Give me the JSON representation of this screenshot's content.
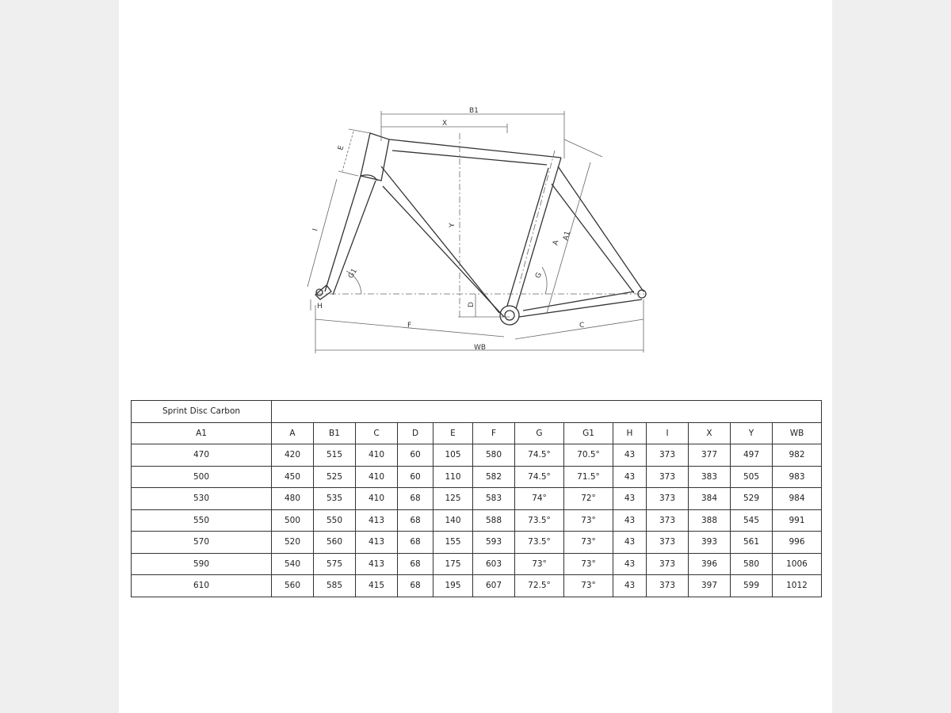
{
  "diagram": {
    "labels": {
      "b1": "B1",
      "x": "X",
      "e": "E",
      "i": "I",
      "g1": "G1",
      "h": "H",
      "y": "Y",
      "a": "A",
      "a1": "A1",
      "g": "G",
      "d": "D",
      "f": "F",
      "c": "C",
      "wb": "WB"
    },
    "colors": {
      "line": "#555555",
      "dim": "#666666",
      "frame": "#333333"
    }
  },
  "table": {
    "title": "Sprint Disc Carbon",
    "headers": [
      "A1",
      "A",
      "B1",
      "C",
      "D",
      "E",
      "F",
      "G",
      "G1",
      "H",
      "I",
      "X",
      "Y",
      "WB"
    ],
    "rows": [
      [
        "470",
        "420",
        "515",
        "410",
        "60",
        "105",
        "580",
        "74.5°",
        "70.5°",
        "43",
        "373",
        "377",
        "497",
        "982"
      ],
      [
        "500",
        "450",
        "525",
        "410",
        "60",
        "110",
        "582",
        "74.5°",
        "71.5°",
        "43",
        "373",
        "383",
        "505",
        "983"
      ],
      [
        "530",
        "480",
        "535",
        "410",
        "68",
        "125",
        "583",
        "74°",
        "72°",
        "43",
        "373",
        "384",
        "529",
        "984"
      ],
      [
        "550",
        "500",
        "550",
        "413",
        "68",
        "140",
        "588",
        "73.5°",
        "73°",
        "43",
        "373",
        "388",
        "545",
        "991"
      ],
      [
        "570",
        "520",
        "560",
        "413",
        "68",
        "155",
        "593",
        "73.5°",
        "73°",
        "43",
        "373",
        "393",
        "561",
        "996"
      ],
      [
        "590",
        "540",
        "575",
        "413",
        "68",
        "175",
        "603",
        "73°",
        "73°",
        "43",
        "373",
        "396",
        "580",
        "1006"
      ],
      [
        "610",
        "560",
        "585",
        "415",
        "68",
        "195",
        "607",
        "72.5°",
        "73°",
        "43",
        "373",
        "397",
        "599",
        "1012"
      ]
    ]
  }
}
